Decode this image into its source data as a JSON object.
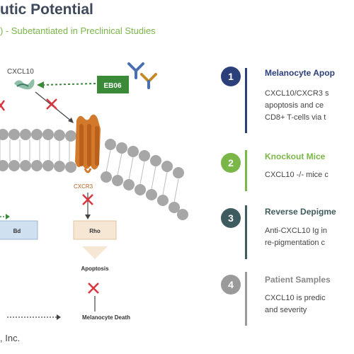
{
  "header": {
    "title": "utic Potential",
    "subtitle": ") - Subetantiated in Preclinical Studies"
  },
  "footer": {
    "company": ", Inc."
  },
  "diagram": {
    "ligand_label": "CXCL10",
    "drug_label": "EB06",
    "receptor_label": "CXCR3",
    "left_box_label": "Bd",
    "right_box_label": "Rho",
    "apoptosis_label": "Apoptosis",
    "death_label": "Melanocyte Death"
  },
  "steps": [
    {
      "number": "1",
      "title": "Melanocyte Apop",
      "color": "#2b3f7a",
      "lines": [
        "CXCL10/CXCR3 s",
        "apoptosis and ce",
        "CD8+ T-cells via t"
      ]
    },
    {
      "number": "2",
      "title": "Knockout Mice",
      "color": "#7ab648",
      "lines": [
        "CXCL10 -/- mice c"
      ]
    },
    {
      "number": "3",
      "title": "Reverse Depigme",
      "color": "#3e5b5f",
      "lines": [
        "Anti-CXCL10 Ig in",
        "re-pigmentation c"
      ]
    },
    {
      "number": "4",
      "title": "Patient Samples",
      "color": "#9a9a9a",
      "lines": [
        "CXCL10 is predic",
        "and severity"
      ]
    }
  ],
  "colors": {
    "navy": "#2b3f7a",
    "green": "#7ab648",
    "teal": "#3e5b5f",
    "gray": "#9a9a9a",
    "receptor": "#d2792b",
    "cross": "#d9363e"
  }
}
